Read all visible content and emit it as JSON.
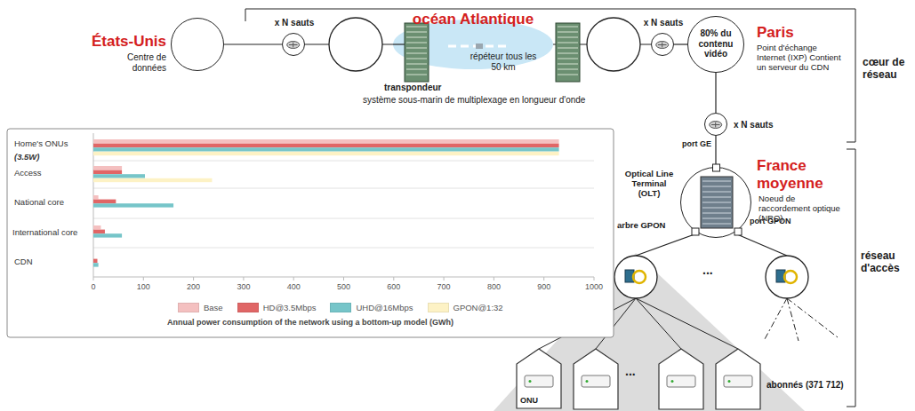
{
  "diagram": {
    "nodes": [
      {
        "text": [
          "États-Unis",
          "Centre de données"
        ]
      },
      {
        "text": [
          "x N sauts"
        ]
      },
      {
        "text": [
          "océan Atlantique",
          "répéteur tous les 50 km"
        ]
      },
      {
        "text": [
          "x N sauts"
        ]
      },
      {
        "text": [
          "80% du contenu vidéo",
          "Paris",
          "Point d'échange Internet (IXP) Contient un serveur du CDN"
        ]
      },
      {
        "text": [
          "x N sauts"
        ]
      },
      {
        "text": [
          "France moyenne",
          "Noeud de raccordement optique (NRO)",
          "Optical Line Terminal (OLT)"
        ]
      },
      {
        "text": [
          "ONU"
        ]
      }
    ],
    "edges": [
      {
        "from": 0,
        "to": 1,
        "arrow": "none"
      },
      {
        "from": 1,
        "to": 2,
        "arrow": "none"
      },
      {
        "from": 2,
        "to": 3,
        "arrow": "none"
      },
      {
        "from": 3,
        "to": 4,
        "arrow": "none"
      },
      {
        "from": 4,
        "to": 5,
        "arrow": "none"
      },
      {
        "from": 5,
        "to": 6,
        "arrow": "none"
      }
    ],
    "labels": [
      "transpondeur",
      "système sous-marin de multiplexage en longueur d'onde",
      "cœur de réseau",
      "port GE",
      "port GPON",
      "arbre GPON",
      "...",
      "réseau d'accès",
      "...",
      "abonnés (371 712)",
      "Home's ONUs",
      "(3.5W)",
      "Access",
      "National core",
      "International core",
      "CDN",
      "0",
      "100",
      "200",
      "300",
      "400",
      "500",
      "600",
      "700",
      "800",
      "900",
      "1000",
      "Annual power consumption of the network using a bottom-up model (GWh)"
    ],
    "legend": [
      {
        "text": "Base",
        "color": "#f4c0c0"
      },
      {
        "text": "HD@3.5Mbps",
        "color": "#e06666"
      },
      {
        "text": "UHD@16Mbps",
        "color": "#76c5c9"
      },
      {
        "text": "GPON@1:32",
        "color": "#fdf2c5"
      }
    ]
  }
}
